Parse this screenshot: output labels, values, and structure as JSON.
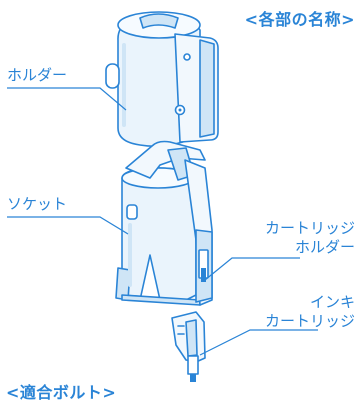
{
  "title": "<各部の名称>",
  "footer_title": "<適合ボルト>",
  "labels": {
    "holder": "ホルダー",
    "socket": "ソケット",
    "cartridge_holder_line1": "カートリッジ",
    "cartridge_holder_line2": "ホルダー",
    "ink_line1": "インキ",
    "ink_line2": "カートリッジ"
  },
  "colors": {
    "accent": "#2a84d6",
    "line": "#2a84d6",
    "fill": "#eaf4fc",
    "shade": "#cfe5f6"
  }
}
